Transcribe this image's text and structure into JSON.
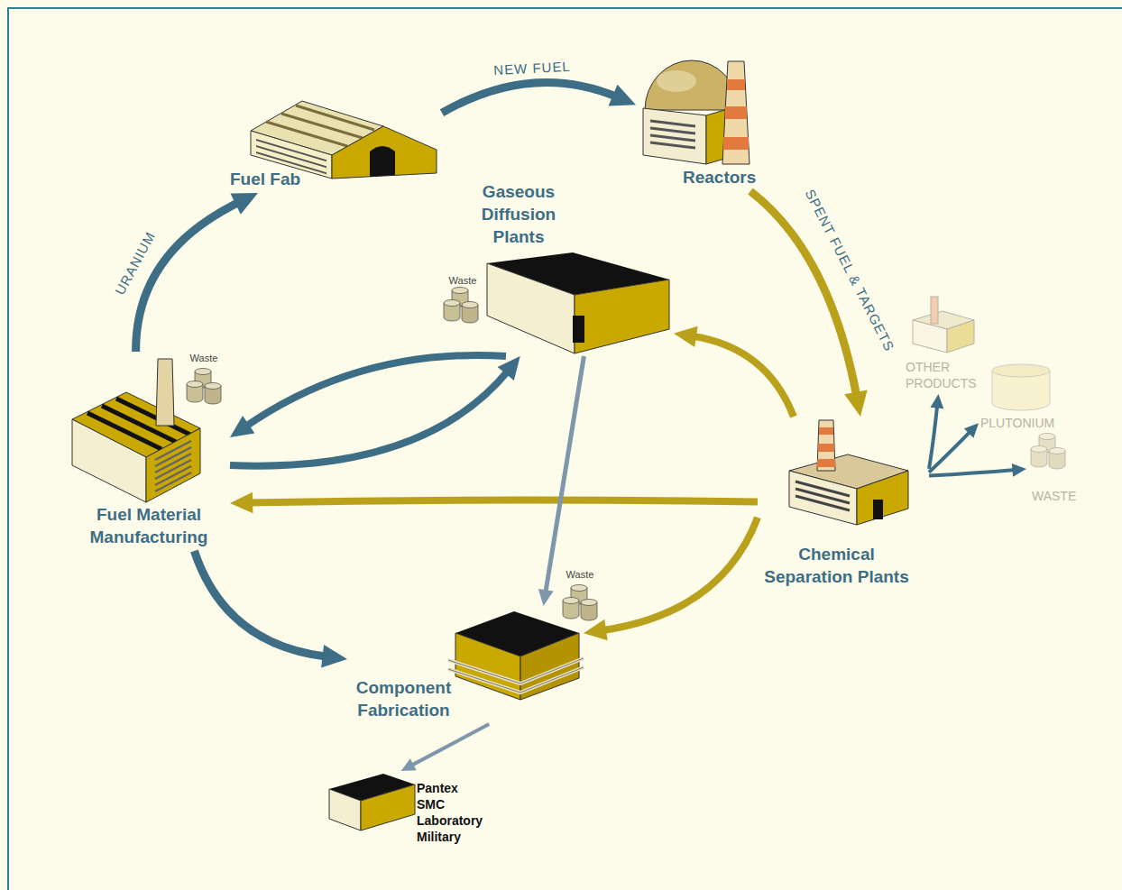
{
  "diagram": {
    "nodes": [
      {
        "text": [
          "Fuel Fab"
        ]
      },
      {
        "text": [
          "Reactors"
        ]
      },
      {
        "text": [
          "Gaseous Diffusion Plants"
        ]
      },
      {
        "text": [
          "Fuel Material Manufacturing"
        ]
      },
      {
        "text": [
          "Chemical Separation Plants"
        ]
      },
      {
        "text": [
          "Component Fabrication"
        ]
      },
      {
        "text": [
          "Pantex SMC Laboratory Military"
        ]
      },
      {
        "text": [
          "OTHER PRODUCTS"
        ]
      },
      {
        "text": [
          "PLUTONIUM"
        ]
      },
      {
        "text": [
          "WASTE"
        ]
      }
    ],
    "edges": [
      {
        "from": 3,
        "to": 0,
        "arrow": "to",
        "label": "URANIUM"
      },
      {
        "from": 0,
        "to": 1,
        "arrow": "to",
        "label": "NEW FUEL"
      },
      {
        "from": 1,
        "to": 4,
        "arrow": "to",
        "label": "SPENT FUEL & TARGETS"
      },
      {
        "from": 4,
        "to": 2,
        "arrow": "to"
      },
      {
        "from": 2,
        "to": 3,
        "arrow": "to"
      },
      {
        "from": 3,
        "to": 2,
        "arrow": "to"
      },
      {
        "from": 4,
        "to": 3,
        "arrow": "to"
      },
      {
        "from": 2,
        "to": 5,
        "arrow": "to"
      },
      {
        "from": 4,
        "to": 5,
        "arrow": "to"
      },
      {
        "from": 3,
        "to": 5,
        "arrow": "to"
      },
      {
        "from": 5,
        "to": 6,
        "arrow": "to"
      },
      {
        "from": 4,
        "to": 7,
        "arrow": "to"
      },
      {
        "from": 4,
        "to": 8,
        "arrow": "to"
      },
      {
        "from": 4,
        "to": 9,
        "arrow": "to"
      }
    ],
    "labels": [
      "Waste",
      "Waste",
      "Waste"
    ]
  }
}
